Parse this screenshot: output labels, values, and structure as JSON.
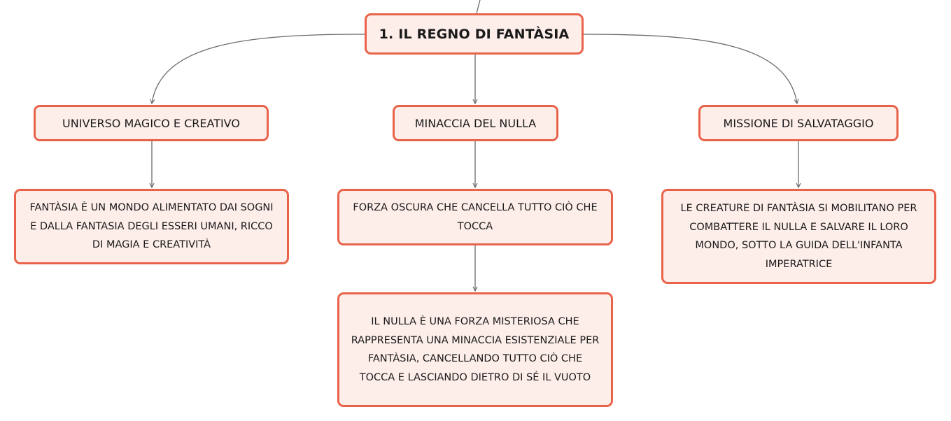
{
  "map": {
    "root": "1. IL REGNO DI FANTÀSIA",
    "branches": [
      {
        "title": "UNIVERSO MAGICO E CREATIVO",
        "details": [
          "FANTÀSIA È UN MONDO ALIMENTATO DAI SOGNI E DALLA FANTASIA DEGLI ESSERI UMANI, RICCO DI MAGIA E CREATIVITÀ"
        ]
      },
      {
        "title": "MINACCIA DEL NULLA",
        "details": [
          "FORZA OSCURA CHE CANCELLA TUTTO CIÒ CHE TOCCA",
          "IL NULLA È UNA FORZA MISTERIOSA CHE RAPPRESENTA UNA MINACCIA ESISTENZIALE PER FANTÀSIA, CANCELLANDO TUTTO CIÒ CHE TOCCA E LASCIANDO DIETRO DI SÉ IL VUOTO"
        ]
      },
      {
        "title": "MISSIONE DI SALVATAGGIO",
        "details": [
          "LE CREATURE DI FANTÀSIA SI MOBILITANO PER COMBATTERE IL NULLA E SALVARE IL LORO MONDO, SOTTO LA GUIDA DELL'INFANTA IMPERATRICE"
        ]
      }
    ]
  },
  "colors": {
    "node_border": "#e8634a",
    "node_fill": "#fdeeea",
    "connector": "#6b6b6b",
    "text": "#1a1a1a"
  }
}
